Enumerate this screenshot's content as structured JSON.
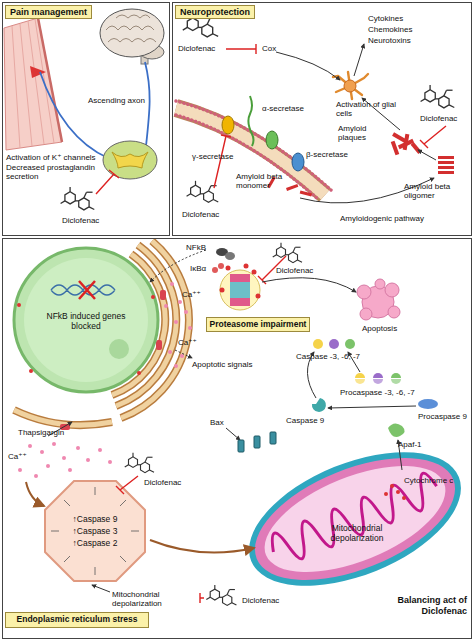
{
  "diagram": {
    "nodes": [
      {
        "text": [
          "Pain management"
        ]
      },
      {
        "text": [
          "Neuroprotection"
        ]
      },
      {
        "text": [
          "Balancing act of Diclofenac"
        ]
      },
      {
        "text": [
          "Proteasome impairment"
        ],
        "in": 2
      },
      {
        "text": [
          "Endoplasmic reticulum stress"
        ],
        "in": 2
      },
      {
        "text": [
          "NFkB induced genes blocked"
        ],
        "in": 2
      },
      {
        "text": [
          "↑Caspase 9",
          "↑Caspase 3",
          "↑Caspase 2"
        ],
        "in": 2
      },
      {
        "text": [
          "Mitochondrial depolarization"
        ],
        "in": 2
      }
    ],
    "labels": [
      "Ascending axon",
      "Activation of K⁺ channels",
      "Decreased prostaglandin secretion",
      "Diclofenac",
      "Diclofenac",
      "Cox",
      "Cytokines",
      "Chemokines",
      "Neurotoxins",
      "Activation of glial cells",
      "α-secretase",
      "β-secretase",
      "Amyloid plaques",
      "Diclofenac",
      "γ-secretase",
      "Amyloid beta monomer",
      "Amyloid beta oligomer",
      "Diclofenac",
      "Amyloidogenic pathway",
      "NFkB",
      "IκBα",
      "Diclofenac",
      "Ca⁺⁺",
      "Ca⁺⁺",
      "Apoptotic signals",
      "Apoptosis",
      "Caspase -3, -6, -7",
      "Procaspase -3, -6, -7",
      "Bax",
      "Caspase 9",
      "Procaspase 9",
      "Apaf-1",
      "Thapsigargin",
      "Cytochrome c",
      "Ca⁺⁺",
      "Diclofenac",
      "Mitochondrial depolarization",
      "Diclofenac"
    ]
  }
}
